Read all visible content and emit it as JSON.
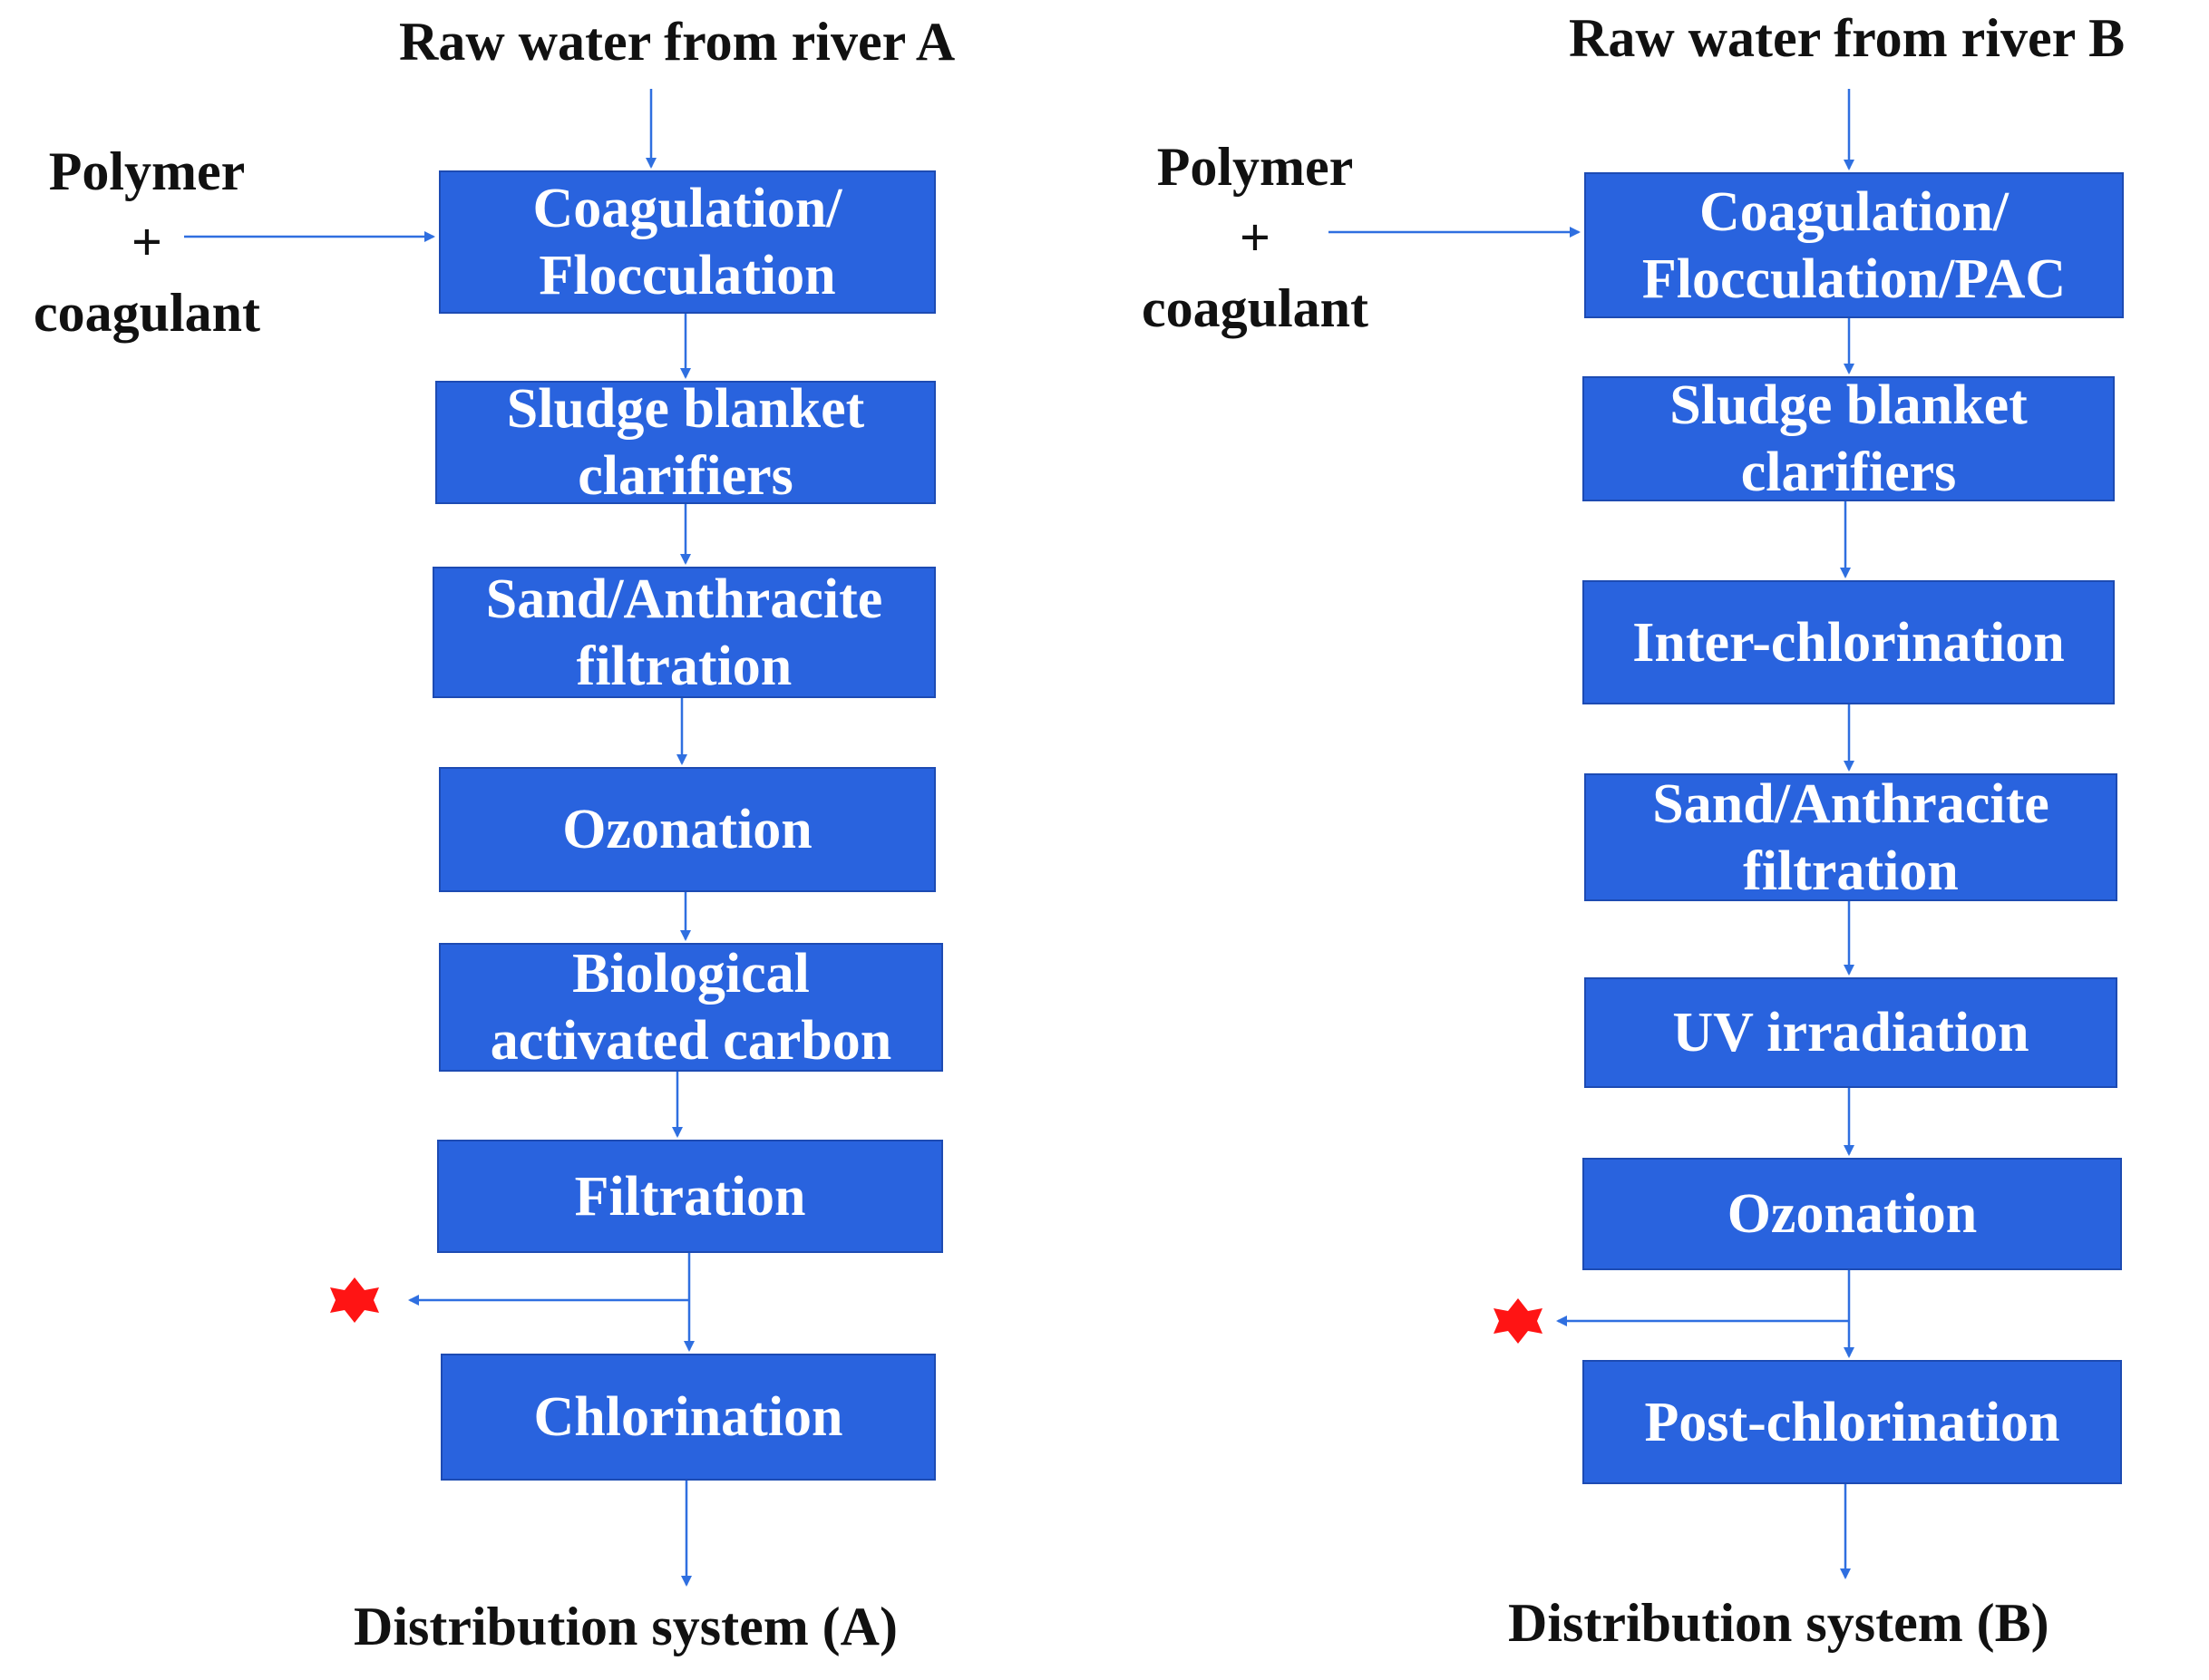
{
  "left": {
    "source": "Raw water from river A",
    "input": "Polymer\n+\ncoagulant",
    "steps": [
      "Coagulation/\nFlocculation",
      "Sludge blanket\nclarifiers",
      "Sand/Anthracite\nfiltration",
      "Ozonation",
      "Biological\nactivated carbon",
      "Filtration",
      "Chlorination"
    ],
    "output": "Distribution system (A)"
  },
  "right": {
    "source": "Raw water from river B",
    "input": "Polymer\n+\ncoagulant",
    "steps": [
      "Coagulation/\nFlocculation/PAC",
      "Sludge blanket\nclarifiers",
      "Inter-chlorination",
      "Sand/Anthracite\nfiltration",
      "UV irradiation",
      "Ozonation",
      "Post-chlorination"
    ],
    "output": "Distribution system (B)"
  },
  "colors": {
    "box": "#2963de",
    "arrow": "#2f6fe0",
    "star": "#ff1414"
  },
  "icons": {
    "sampling_point": "red-star-icon"
  }
}
